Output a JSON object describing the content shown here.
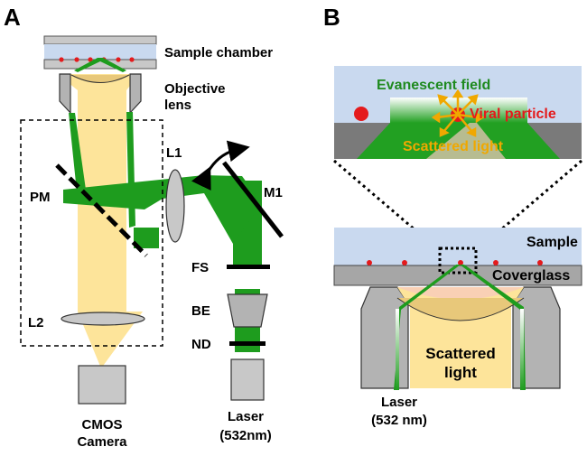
{
  "panels": {
    "a": "A",
    "b": "B"
  },
  "labels_a": {
    "sample_chamber": "Sample chamber",
    "objective_line1": "Objective",
    "objective_line2": "lens",
    "l1": "L1",
    "pm": "PM",
    "m1": "M1",
    "fs": "FS",
    "be": "BE",
    "nd": "ND",
    "l2": "L2",
    "camera_line1": "CMOS",
    "camera_line2": "Camera",
    "laser_line1": "Laser",
    "laser_line2": "(532nm)"
  },
  "labels_b": {
    "evanescent": "Evanescent field",
    "viral": "Viral particle",
    "scattered": "Scattered light",
    "sample": "Sample",
    "coverglass": "Coverglass",
    "scattered_line1": "Scattered",
    "scattered_line2": "light",
    "laser_line1": "Laser",
    "laser_line2": "(532 nm)"
  },
  "colors": {
    "laser_green": "#1e9c1e",
    "scatter_yellow": "#fde49a",
    "sample_blue": "#c9d9ef",
    "glass_gray": "#a6a6a6",
    "objective_gray": "#b3b3b3",
    "particle_red": "#e41a1c",
    "label_green": "#1f8a1f",
    "label_red": "#e41a1c",
    "label_orange": "#f0a800"
  }
}
